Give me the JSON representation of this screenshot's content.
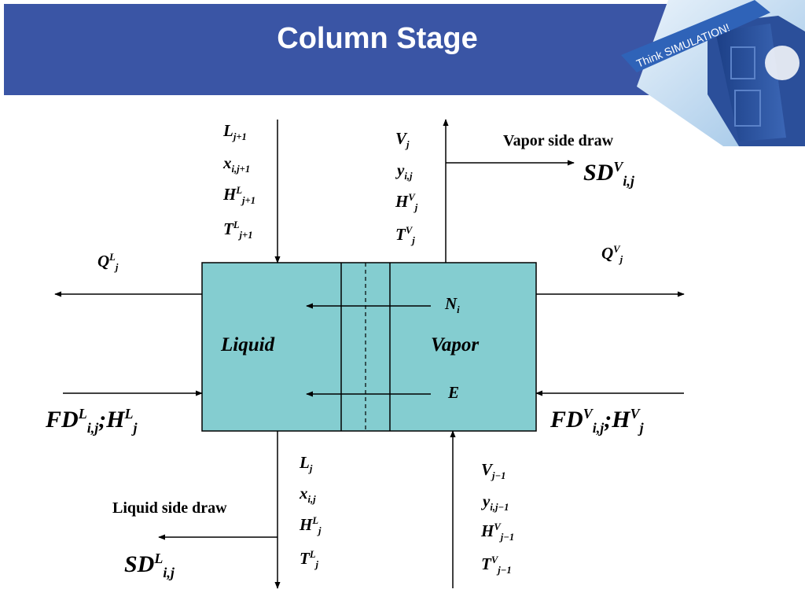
{
  "title": "Column Stage",
  "logo_text": "Think SIMULATION!",
  "labels": {
    "vapor_side_draw": "Vapor side draw",
    "liquid_side_draw": "Liquid side draw",
    "liquid": "Liquid",
    "vapor": "Vapor"
  },
  "symbols": {
    "l_in": {
      "base": "L",
      "sub": "j+1",
      "sup": ""
    },
    "x_in": {
      "base": "x",
      "sub": "i,j+1",
      "sup": ""
    },
    "h_in": {
      "base": "H",
      "sub": "j+1",
      "sup": "L"
    },
    "t_in": {
      "base": "T",
      "sub": "j+1",
      "sup": "L"
    },
    "v_out": {
      "base": "V",
      "sub": "j",
      "sup": ""
    },
    "y_out": {
      "base": "y",
      "sub": "i,j",
      "sup": ""
    },
    "h_vout": {
      "base": "H",
      "sub": "j",
      "sup": "V"
    },
    "t_vout": {
      "base": "T",
      "sub": "j",
      "sup": "V"
    },
    "sd_v": {
      "base": "SD",
      "sub": "i,j",
      "sup": "V"
    },
    "q_l": {
      "base": "Q",
      "sub": "j",
      "sup": "L"
    },
    "q_v": {
      "base": "Q",
      "sub": "j",
      "sup": "V"
    },
    "n_i": {
      "base": "N",
      "sub": "i",
      "sup": ""
    },
    "e": {
      "base": "E",
      "sub": "",
      "sup": ""
    },
    "fd_l": {
      "base": "FD",
      "sub": "i,j",
      "sup": "L",
      "sep": ";",
      "base2": "H",
      "sub2": "j",
      "sup2": "L"
    },
    "fd_v": {
      "base": "FD",
      "sub": "i,j",
      "sup": "V",
      "sep": ";",
      "base2": "H",
      "sub2": "j",
      "sup2": "V"
    },
    "l_out": {
      "base": "L",
      "sub": "j",
      "sup": ""
    },
    "x_out": {
      "base": "x",
      "sub": "i,j",
      "sup": ""
    },
    "h_lout": {
      "base": "H",
      "sub": "j",
      "sup": "L"
    },
    "t_lout": {
      "base": "T",
      "sub": "j",
      "sup": "L"
    },
    "v_in": {
      "base": "V",
      "sub": "j−1",
      "sup": ""
    },
    "y_in": {
      "base": "y",
      "sub": "i,j−1",
      "sup": ""
    },
    "h_vin": {
      "base": "H",
      "sub": "j−1",
      "sup": "V"
    },
    "t_vin": {
      "base": "T",
      "sub": "j−1",
      "sup": "V"
    },
    "sd_l": {
      "base": "SD",
      "sub": "i,j",
      "sup": "L"
    }
  },
  "colors": {
    "header": "#3a55a5",
    "stage_fill": "#84cdd0",
    "line": "#000000"
  }
}
